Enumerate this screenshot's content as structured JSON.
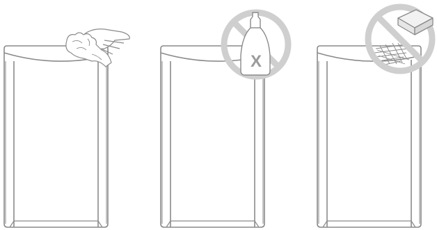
{
  "panels": [
    {
      "index": 1,
      "illustration": "hand-wiping-with-cloth",
      "prohibited": false,
      "icons": [
        "hand-icon",
        "cloth-icon"
      ]
    },
    {
      "index": 2,
      "illustration": "detergent-bottle",
      "prohibited": true,
      "icons": [
        "detergent-bottle-icon",
        "prohibited-sign-icon"
      ],
      "bottle_mark": "X"
    },
    {
      "index": 3,
      "illustration": "abrasive-sponge-scratches",
      "prohibited": true,
      "icons": [
        "abrasive-sponge-icon",
        "scratch-marks-icon",
        "prohibited-sign-icon"
      ]
    }
  ],
  "colors": {
    "outline": "#8a8a8a",
    "prohibit": "#cfcfcf",
    "background": "#ffffff"
  }
}
